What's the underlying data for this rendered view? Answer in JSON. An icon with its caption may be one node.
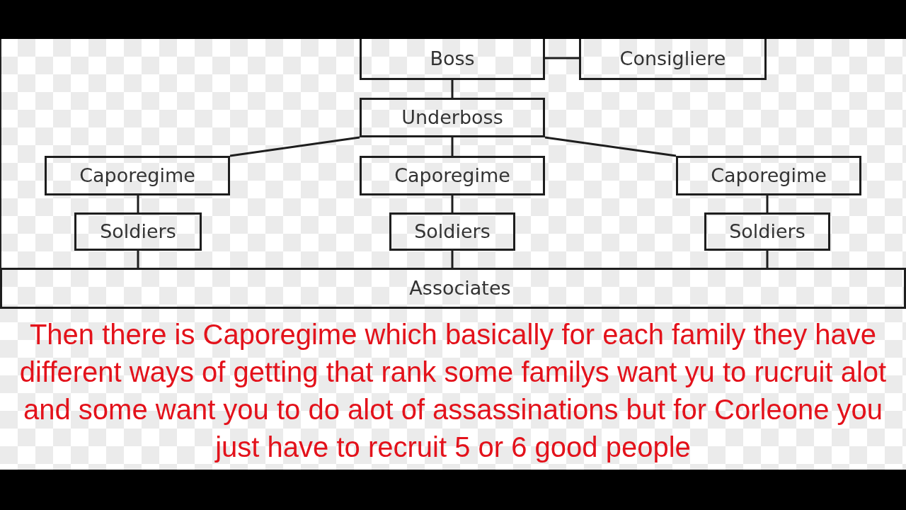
{
  "diagram": {
    "nodes": [
      {
        "text": [
          "Boss"
        ]
      },
      {
        "text": [
          "Consigliere"
        ]
      },
      {
        "text": [
          "Underboss"
        ]
      },
      {
        "text": [
          "Caporegime"
        ]
      },
      {
        "text": [
          "Caporegime"
        ]
      },
      {
        "text": [
          "Caporegime"
        ]
      },
      {
        "text": [
          "Soldiers"
        ]
      },
      {
        "text": [
          "Soldiers"
        ]
      },
      {
        "text": [
          "Soldiers"
        ]
      },
      {
        "text": [
          "Associates"
        ]
      }
    ],
    "edges": [
      {
        "from": 0,
        "to": 1,
        "arrow": "none"
      },
      {
        "from": 0,
        "to": 2,
        "arrow": "none"
      },
      {
        "from": 2,
        "to": 3,
        "arrow": "none"
      },
      {
        "from": 2,
        "to": 4,
        "arrow": "none"
      },
      {
        "from": 2,
        "to": 5,
        "arrow": "none"
      },
      {
        "from": 3,
        "to": 6,
        "arrow": "none"
      },
      {
        "from": 4,
        "to": 7,
        "arrow": "none"
      },
      {
        "from": 5,
        "to": 8,
        "arrow": "none"
      },
      {
        "from": 6,
        "to": 9,
        "arrow": "none"
      },
      {
        "from": 7,
        "to": 9,
        "arrow": "none"
      },
      {
        "from": 8,
        "to": 9,
        "arrow": "none"
      }
    ],
    "caption": "Then there is Caporegime which basically for each family they have different ways of getting that rank some familys want yu to rucruit alot and some want you to do alot of assassinations but for Corleone you just have to recruit 5 or 6 good people"
  }
}
